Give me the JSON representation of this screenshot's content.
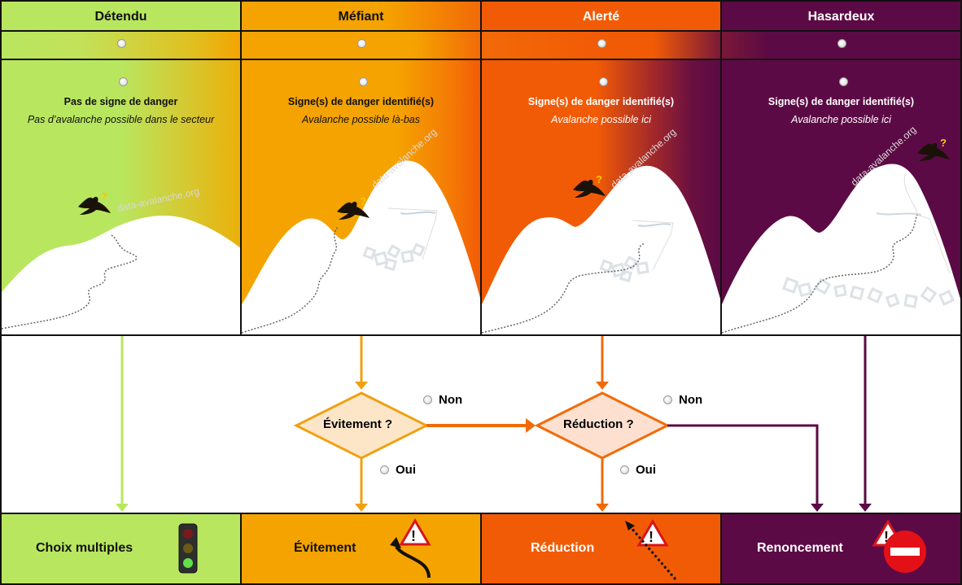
{
  "columns": [
    {
      "key": "detendu",
      "title": "Détendu",
      "sign": "Pas de signe de danger",
      "avalanche": "Pas d’avalanche possible dans le secteur",
      "color": "#b9e65f",
      "text_color": "#111111"
    },
    {
      "key": "mefiant",
      "title": "Méfiant",
      "sign": "Signe(s) de danger identifié(s)",
      "avalanche": "Avalanche possible là-bas",
      "color": "#f5a300",
      "text_color": "#111111"
    },
    {
      "key": "alerte",
      "title": "Alerté",
      "sign": "Signe(s) de danger identifié(s)",
      "avalanche": "Avalanche possible ici",
      "color": "#f25b05",
      "text_color": "#ffffff"
    },
    {
      "key": "hasardeux",
      "title": "Hasardeux",
      "sign": "Signe(s) de danger identifié(s)",
      "avalanche": "Avalanche possible ici",
      "color": "#5c0a45",
      "text_color": "#ffffff"
    }
  ],
  "watermark": "data-avalanche.org",
  "bird_mark": "?",
  "flow": {
    "decision1": "Évitement ?",
    "decision2": "Réduction ?",
    "no_label": "Non",
    "yes_label": "Oui"
  },
  "outcomes": [
    {
      "label": "Choix multiples",
      "icon": "traffic-light-icon"
    },
    {
      "label": "Évitement",
      "icon": "avoid-route-warning-icon"
    },
    {
      "label": "Réduction",
      "icon": "reduce-route-warning-icon"
    },
    {
      "label": "Renoncement",
      "icon": "no-entry-warning-icon"
    }
  ],
  "warning_mark": "!"
}
